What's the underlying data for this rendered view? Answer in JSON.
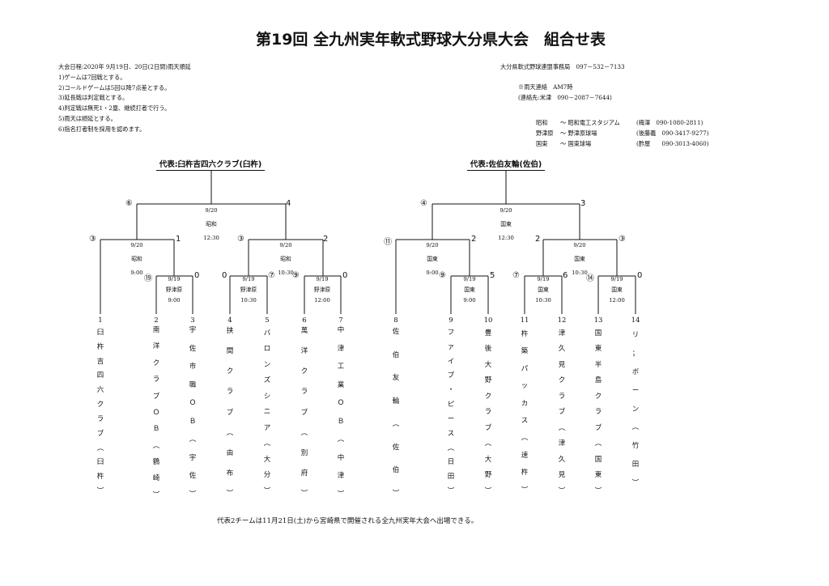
{
  "title": "第19回 全九州実年軟式野球大分県大会　組合せ表",
  "rules": [
    "大会日程:2020年 9月19日、20日(2日間)雨天順延",
    "1)ゲームは7回戦とする。",
    "2)コールドゲームは5回以降7点差とする。",
    "3)延長戦は判定戦とする。",
    "4)判定戦は無死1・2塁、継続打者で行う。",
    "5)雨天は順延とする。",
    "6)指名打者制を採用を認めます。"
  ],
  "contacts": {
    "office": "大分県軟式野球連盟事務局　097－532－7133",
    "rain_contact": "※雨天連絡　AM7時",
    "rain_person": "(連絡先:米津　090－2087－7644)",
    "venues": [
      {
        "name": "昭和",
        "place": "～ 昭和電工スタジアム",
        "person": "(梅澤　090-1080-2811)"
      },
      {
        "name": "野津原",
        "place": "～ 野津原球場",
        "person": "(後藤義　090-3417-9277)"
      },
      {
        "name": "国東",
        "place": "～ 国東球場",
        "person": "(酢屋　　090-3013-4060)"
      }
    ]
  },
  "representatives": {
    "left": "代表:臼杵吉四六クラブ(臼杵)",
    "right": "代表:佐伯友輪(佐伯)"
  },
  "games": [
    {
      "date": "9/20",
      "venue": "昭和",
      "time": "12:30"
    },
    {
      "date": "9/20",
      "venue": "昭和",
      "time": "9:00"
    },
    {
      "date": "9/20",
      "venue": "昭和",
      "time": "10:30"
    },
    {
      "date": "9/19",
      "venue": "野津原",
      "time": "9:00"
    },
    {
      "date": "9/19",
      "venue": "野津原",
      "time": "10:30"
    },
    {
      "date": "9/19",
      "venue": "野津原",
      "time": "12:00"
    },
    {
      "date": "9/20",
      "venue": "国東",
      "time": "12:30"
    },
    {
      "date": "9/20",
      "venue": "国東",
      "time": "9:00"
    },
    {
      "date": "9/20",
      "venue": "国東",
      "time": "10:30"
    },
    {
      "date": "9/19",
      "venue": "国東",
      "time": "9:00"
    },
    {
      "date": "9/19",
      "venue": "国東",
      "time": "10:30"
    },
    {
      "date": "9/19",
      "venue": "国東",
      "time": "12:00"
    }
  ],
  "scores": [
    "⑥",
    "4",
    "③",
    "1",
    "③",
    "2",
    "⑲",
    "0",
    "0",
    "⑦",
    "⑨",
    "0",
    "④",
    "3",
    "⑪",
    "2",
    "2",
    "③",
    "⑨",
    "5",
    "⑦",
    "6",
    "⑭",
    "0"
  ],
  "teams": [
    {
      "num": "1",
      "chars": [
        "臼",
        "杵",
        "吉",
        "四",
        "六",
        "ク",
        "ラ",
        "ブ",
        "︵",
        "臼",
        "杵",
        "︶"
      ]
    },
    {
      "num": "2",
      "chars": [
        "南",
        "",
        "洋",
        "",
        "ク",
        "",
        "ラ",
        "",
        "ブ",
        "",
        "Ｏ",
        "",
        "Ｂ",
        "",
        "︵",
        "",
        "鶴",
        "",
        "崎",
        "",
        "︶"
      ]
    },
    {
      "num": "3",
      "chars": [
        "宇",
        "",
        "佐",
        "",
        "市",
        "",
        "職",
        "",
        "Ｏ",
        "",
        "Ｂ",
        "",
        "︵",
        "",
        "宇",
        "",
        "佐",
        "",
        "︶"
      ]
    },
    {
      "num": "4",
      "chars": [
        "挟",
        "",
        "間",
        "",
        "ク",
        "",
        "ラ",
        "",
        "ブ",
        "",
        "︵",
        "",
        "由",
        "",
        "布",
        "",
        "︶"
      ]
    },
    {
      "num": "5",
      "chars": [
        "バ",
        "ロ",
        "ン",
        "ズ",
        "シ",
        "ニ",
        "ア",
        "︵",
        "大",
        "分",
        "︶"
      ]
    },
    {
      "num": "6",
      "chars": [
        "萬",
        "",
        "洋",
        "",
        "ク",
        "",
        "ラ",
        "",
        "ブ",
        "",
        "︵",
        "",
        "別",
        "",
        "府",
        "",
        "︶"
      ]
    },
    {
      "num": "7",
      "chars": [
        "中",
        "",
        "津",
        "",
        "工",
        "",
        "業",
        "",
        "Ｏ",
        "",
        "Ｂ",
        "",
        "︵",
        "",
        "中",
        "",
        "津",
        "",
        "︶"
      ]
    },
    {
      "num": "8",
      "chars": [
        "佐",
        "",
        "伯",
        "",
        "友",
        "",
        "輪",
        "",
        "︵",
        "",
        "佐",
        "",
        "伯",
        "",
        "︶"
      ]
    },
    {
      "num": "9",
      "chars": [
        "フ",
        "ァ",
        "イ",
        "ブ",
        "・",
        "ピ",
        "ー",
        "ス",
        "︵",
        "日",
        "田",
        "︶"
      ]
    },
    {
      "num": "10",
      "chars": [
        "豊",
        "後",
        "大",
        "野",
        "ク",
        "ラ",
        "ブ",
        "︵",
        "大",
        "野",
        "︶"
      ]
    },
    {
      "num": "11",
      "chars": [
        "杵",
        "築",
        "パ",
        "ッ",
        "カ",
        "ス",
        "︵",
        "速",
        "杵",
        "︶"
      ]
    },
    {
      "num": "12",
      "chars": [
        "津",
        "久",
        "見",
        "ク",
        "ラ",
        "ブ",
        "︵",
        "津",
        "久",
        "見",
        "︶"
      ]
    },
    {
      "num": "13",
      "chars": [
        "国",
        "東",
        "半",
        "島",
        "ク",
        "ラ",
        "ブ",
        "︵",
        "国",
        "東",
        "︶"
      ]
    },
    {
      "num": "14",
      "chars": [
        "リ",
        "；",
        "ボ",
        "ー",
        "ン",
        "︵",
        "竹",
        "田",
        "︶"
      ]
    }
  ],
  "footer": "代表2チームは11月21日(土)から宮崎県で開催される全九州実年大会へ出場できる。"
}
